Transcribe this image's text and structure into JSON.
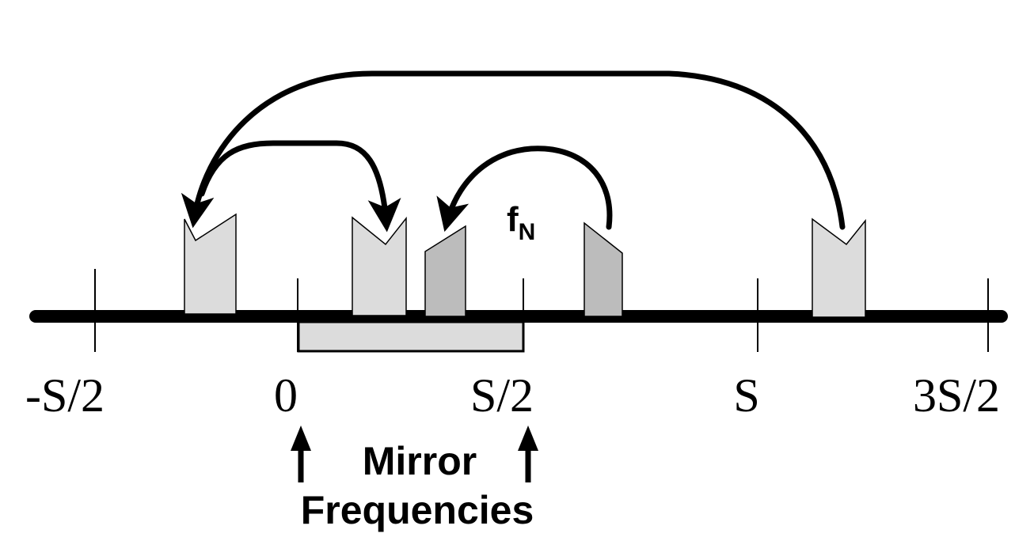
{
  "axis": {
    "ticks": [
      {
        "id": "neg-half-s",
        "label": "-S/2"
      },
      {
        "id": "zero",
        "label": "0"
      },
      {
        "id": "half-s",
        "label": "S/2"
      },
      {
        "id": "s",
        "label": "S"
      },
      {
        "id": "three-half-s",
        "label": "3S/2"
      }
    ]
  },
  "nyquist": {
    "symbol": "f",
    "subscript": "N"
  },
  "mirror": {
    "line1": "Mirror",
    "line2": "Frequencies"
  },
  "colors": {
    "line": "#000000",
    "light_block": "#dcdcdc",
    "dark_block": "#bcbcbc",
    "background": "#ffffff"
  }
}
